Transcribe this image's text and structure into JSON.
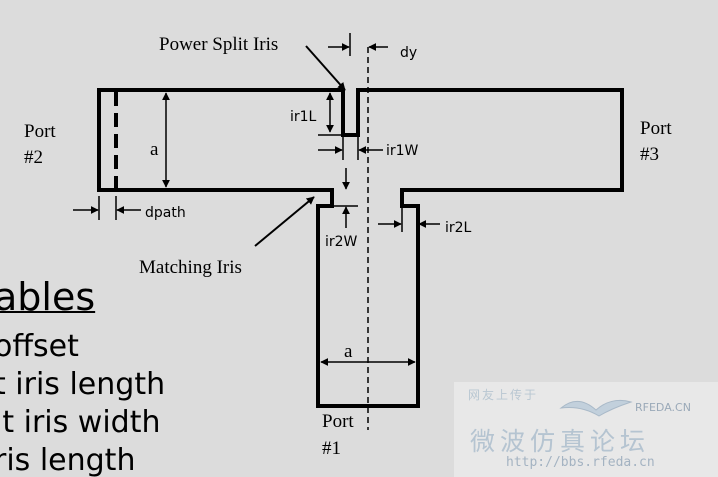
{
  "labels": {
    "power_split_iris": "Power Split Iris",
    "matching_iris": "Matching Iris",
    "dy": "dy",
    "ir1l": "ir1L",
    "ir1w": "ir1W",
    "ir2w": "ir2W",
    "ir2l": "ir2L",
    "a_left": "a",
    "a_bottom": "a",
    "dpath": "dpath",
    "port2_line1": "Port",
    "port2_line2": "#2",
    "port3_line1": "Port",
    "port3_line2": "#3",
    "port1_line1": "Port",
    "port1_line2": "#1"
  },
  "variables": {
    "title": "ables",
    "items": [
      "offset",
      "t iris length",
      "it iris width",
      "ris length"
    ]
  },
  "watermark": {
    "small_text": "网友上传于",
    "site": "RFEDA.CN",
    "chinese": "微波仿真论坛",
    "url": "http://bbs.rfeda.cn"
  },
  "colors": {
    "background": "#dcdcdc",
    "ink": "#000000",
    "watermark": "#a4b3c2"
  }
}
